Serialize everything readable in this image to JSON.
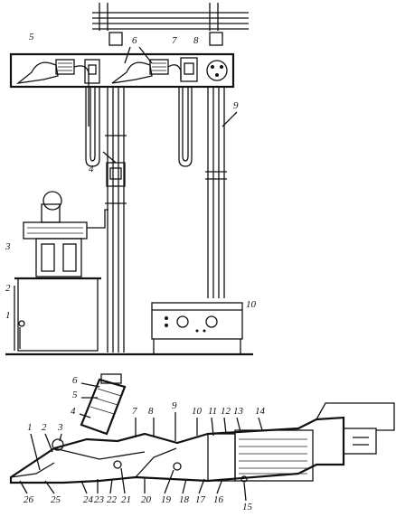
{
  "top_labels": [
    "5",
    "6",
    "7",
    "8",
    "9",
    "4",
    "3",
    "2",
    "1",
    "10"
  ],
  "bottom_labels": [
    "6",
    "5",
    "4",
    "7",
    "8",
    "9",
    "10",
    "11",
    "12",
    "13",
    "14",
    "1",
    "2",
    "3",
    "26",
    "25",
    "24",
    "23",
    "22",
    "21",
    "20",
    "19",
    "18",
    "17",
    "16",
    "15"
  ]
}
